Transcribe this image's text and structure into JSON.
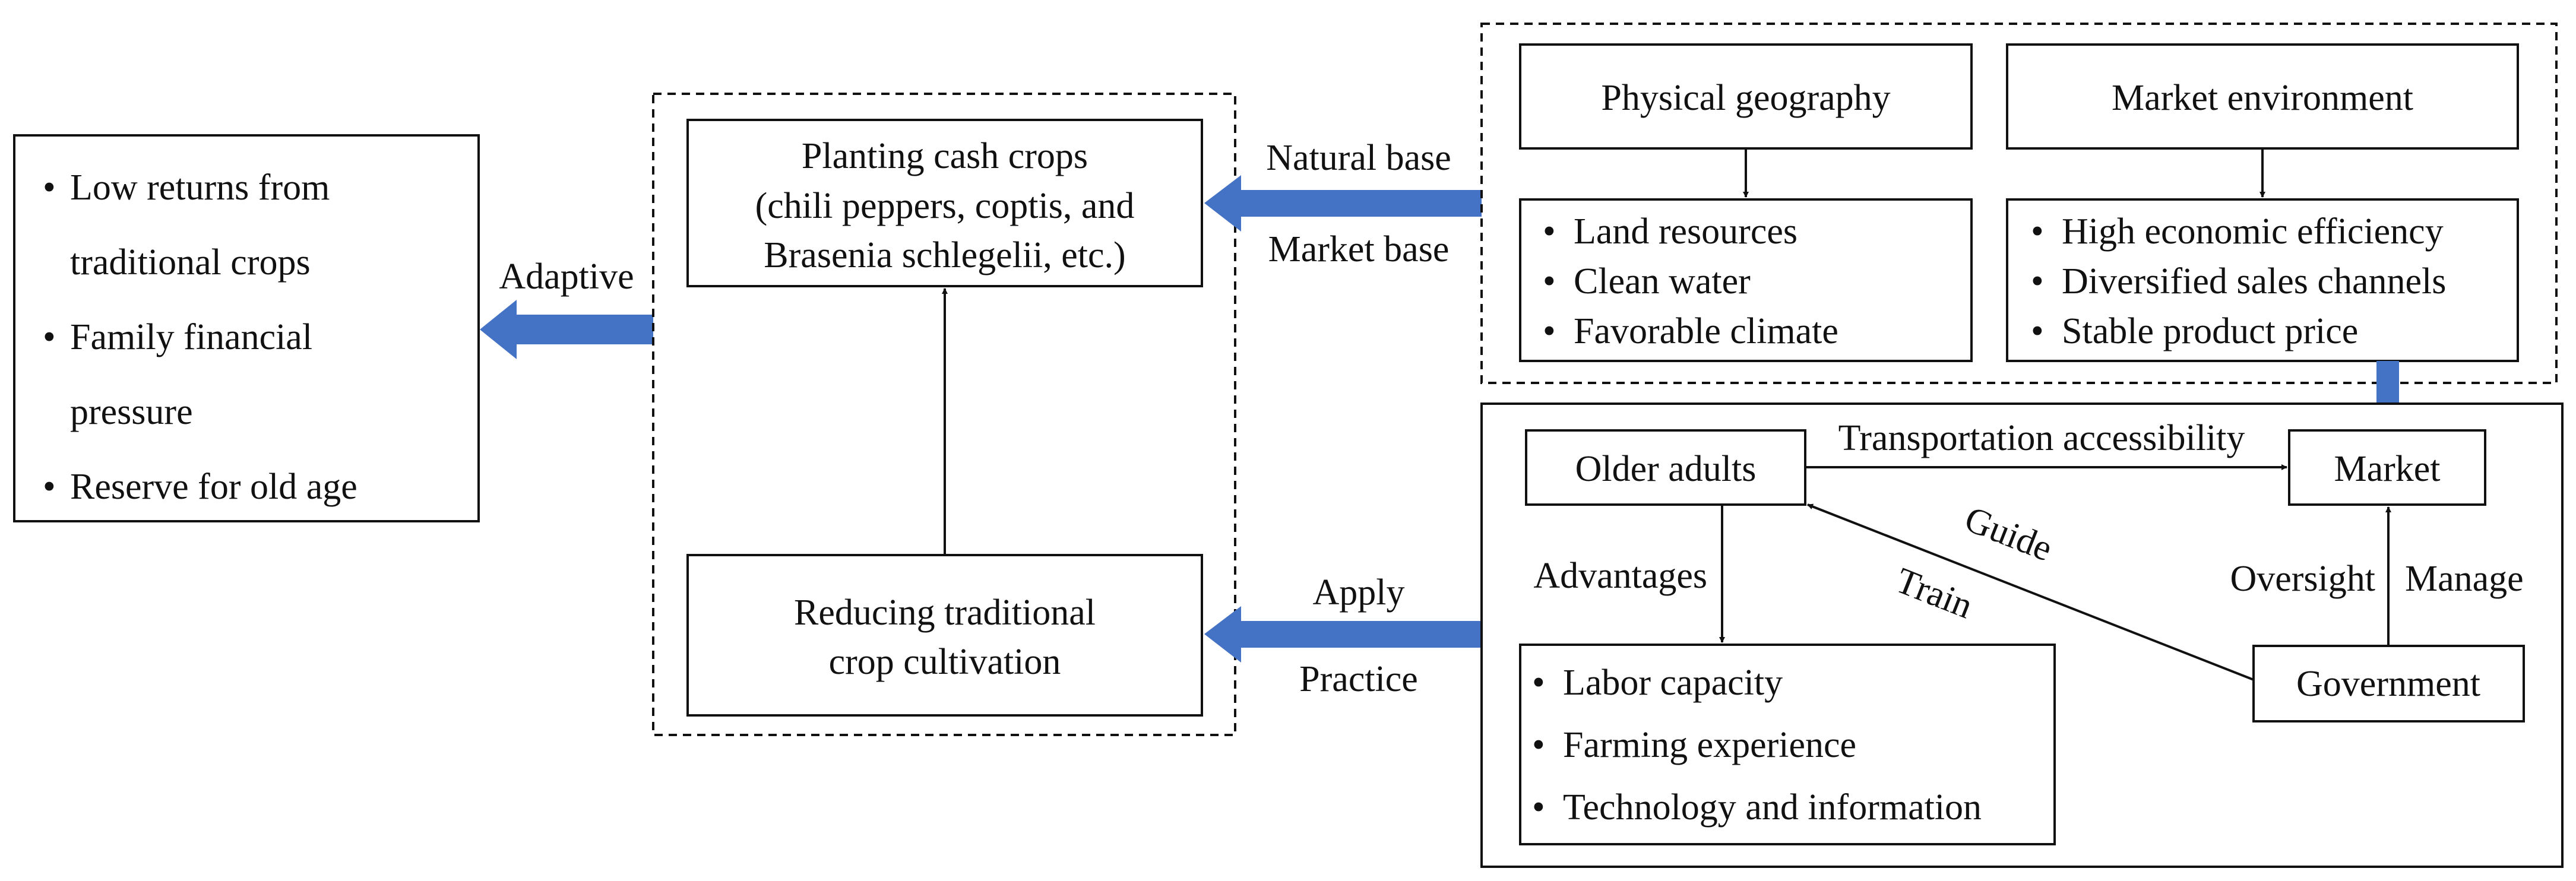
{
  "colors": {
    "big_arrow": "#4472C4",
    "stroke": "#111111"
  },
  "left_box": {
    "bullet": "•",
    "lines": [
      "Low returns from",
      "traditional crops",
      "Family financial",
      "pressure",
      "Reserve for old age"
    ]
  },
  "labels": {
    "adaptive": "Adaptive",
    "natural_base": "Natural base",
    "market_base": "Market base",
    "apply": "Apply",
    "practice": "Practice",
    "transportation": "Transportation accessibility",
    "guide": "Guide",
    "train": "Train",
    "advantages": "Advantages",
    "oversight": "Oversight",
    "manage": "Manage"
  },
  "middle": {
    "planting": [
      "Planting cash crops",
      "(chili peppers, coptis, and",
      "Brasenia schlegelii, etc.)"
    ],
    "reducing": [
      "Reducing traditional",
      "crop cultivation"
    ]
  },
  "top_right": {
    "physical_geography": "Physical geography",
    "market_environment": "Market environment",
    "physical_items": [
      "Land resources",
      "Clean water",
      "Favorable climate"
    ],
    "market_items": [
      "High economic efficiency",
      "Diversified sales channels",
      "Stable product price"
    ]
  },
  "bottom_right": {
    "older_adults": "Older adults",
    "market": "Market",
    "government": "Government",
    "advantage_items": [
      "Labor capacity",
      "Farming experience",
      "Technology and information"
    ]
  },
  "icons": [
    "big-arrow-left",
    "big-arrow-down",
    "arrow-right",
    "arrow-up",
    "arrow-down"
  ]
}
